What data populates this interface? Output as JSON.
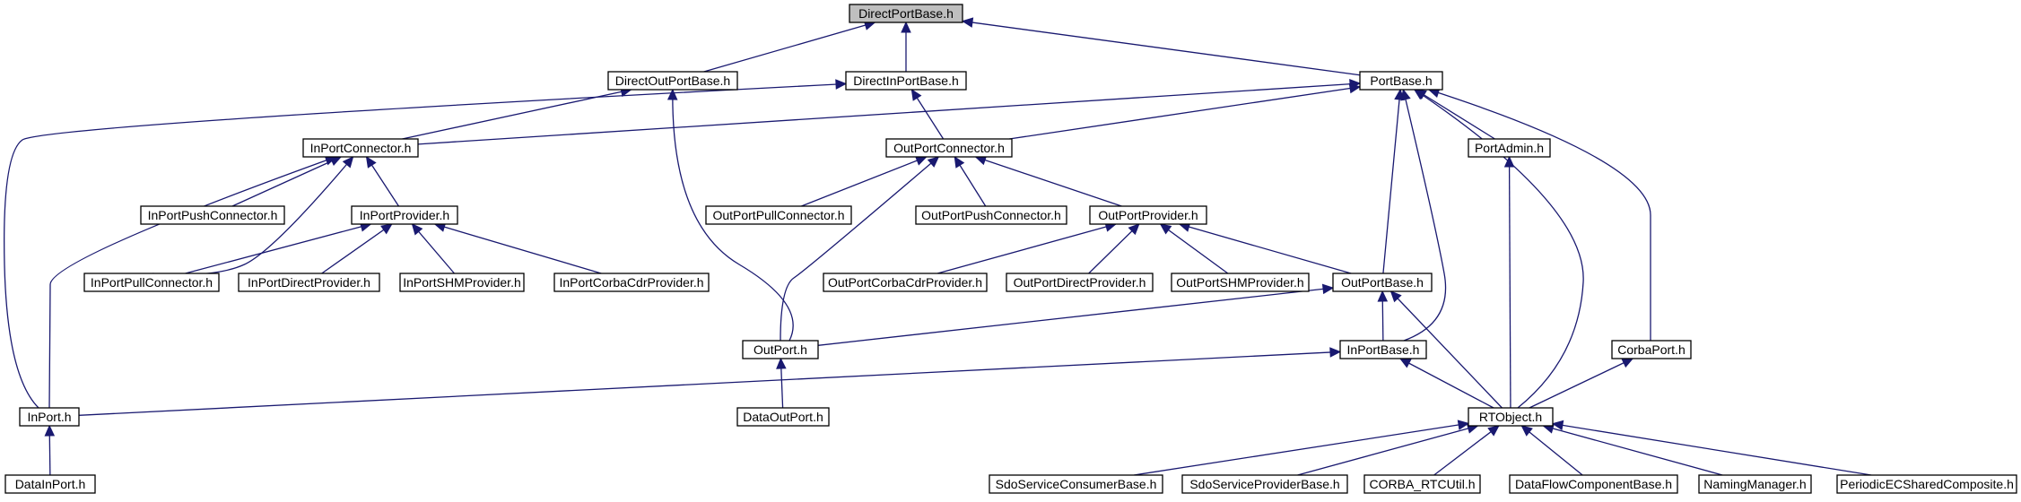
{
  "colors": {
    "edge": "#191970",
    "node_border": "#000000",
    "root_fill": "#bfbfbf",
    "node_fill": "#ffffff"
  },
  "nodes": [
    {
      "id": "DirectPortBase",
      "label": "DirectPortBase.h",
      "root": true
    },
    {
      "id": "DirectOutPortBase",
      "label": "DirectOutPortBase.h"
    },
    {
      "id": "DirectInPortBase",
      "label": "DirectInPortBase.h"
    },
    {
      "id": "PortBase",
      "label": "PortBase.h"
    },
    {
      "id": "InPortConnector",
      "label": "InPortConnector.h"
    },
    {
      "id": "OutPortConnector",
      "label": "OutPortConnector.h"
    },
    {
      "id": "PortAdmin",
      "label": "PortAdmin.h"
    },
    {
      "id": "InPortPushConnector",
      "label": "InPortPushConnector.h"
    },
    {
      "id": "InPortProvider",
      "label": "InPortProvider.h"
    },
    {
      "id": "OutPortPullConnector",
      "label": "OutPortPullConnector.h"
    },
    {
      "id": "OutPortPushConnector",
      "label": "OutPortPushConnector.h"
    },
    {
      "id": "OutPortProvider",
      "label": "OutPortProvider.h"
    },
    {
      "id": "InPortPullConnector",
      "label": "InPortPullConnector.h"
    },
    {
      "id": "InPortDirectProvider",
      "label": "InPortDirectProvider.h"
    },
    {
      "id": "InPortSHMProvider",
      "label": "InPortSHMProvider.h"
    },
    {
      "id": "InPortCorbaCdrProvider",
      "label": "InPortCorbaCdrProvider.h"
    },
    {
      "id": "OutPortCorbaCdrProvider",
      "label": "OutPortCorbaCdrProvider.h"
    },
    {
      "id": "OutPortDirectProvider",
      "label": "OutPortDirectProvider.h"
    },
    {
      "id": "OutPortSHMProvider",
      "label": "OutPortSHMProvider.h"
    },
    {
      "id": "OutPortBase",
      "label": "OutPortBase.h"
    },
    {
      "id": "OutPort",
      "label": "OutPort.h"
    },
    {
      "id": "InPortBase",
      "label": "InPortBase.h"
    },
    {
      "id": "CorbaPort",
      "label": "CorbaPort.h"
    },
    {
      "id": "InPort",
      "label": "InPort.h"
    },
    {
      "id": "DataOutPort",
      "label": "DataOutPort.h"
    },
    {
      "id": "RTObject",
      "label": "RTObject.h"
    },
    {
      "id": "DataInPort",
      "label": "DataInPort.h"
    },
    {
      "id": "SdoServiceConsumerBase",
      "label": "SdoServiceConsumerBase.h"
    },
    {
      "id": "SdoServiceProviderBase",
      "label": "SdoServiceProviderBase.h"
    },
    {
      "id": "CORBA_RTCUtil",
      "label": "CORBA_RTCUtil.h"
    },
    {
      "id": "DataFlowComponentBase",
      "label": "DataFlowComponentBase.h"
    },
    {
      "id": "NamingManager",
      "label": "NamingManager.h"
    },
    {
      "id": "PeriodicECSharedComposite",
      "label": "PeriodicECSharedComposite.h"
    }
  ],
  "edges": [
    {
      "from": "DirectOutPortBase",
      "to": "DirectPortBase"
    },
    {
      "from": "DirectInPortBase",
      "to": "DirectPortBase"
    },
    {
      "from": "PortBase",
      "to": "DirectPortBase"
    },
    {
      "from": "InPortConnector",
      "to": "DirectOutPortBase"
    },
    {
      "from": "OutPort",
      "to": "DirectOutPortBase"
    },
    {
      "from": "OutPortConnector",
      "to": "DirectInPortBase"
    },
    {
      "from": "InPort",
      "to": "DirectInPortBase"
    },
    {
      "from": "InPortConnector",
      "to": "PortBase"
    },
    {
      "from": "OutPortConnector",
      "to": "PortBase"
    },
    {
      "from": "PortAdmin",
      "to": "PortBase"
    },
    {
      "from": "OutPortBase",
      "to": "PortBase"
    },
    {
      "from": "InPortBase",
      "to": "PortBase"
    },
    {
      "from": "RTObject",
      "to": "PortBase"
    },
    {
      "from": "CorbaPort",
      "to": "PortBase"
    },
    {
      "from": "InPortPushConnector",
      "to": "InPortConnector"
    },
    {
      "from": "InPortProvider",
      "to": "InPortConnector"
    },
    {
      "from": "InPortPullConnector",
      "to": "InPortConnector"
    },
    {
      "from": "InPort",
      "to": "InPortConnector"
    },
    {
      "from": "InPortPullConnector",
      "to": "InPortProvider"
    },
    {
      "from": "InPortDirectProvider",
      "to": "InPortProvider"
    },
    {
      "from": "InPortSHMProvider",
      "to": "InPortProvider"
    },
    {
      "from": "InPortCorbaCdrProvider",
      "to": "InPortProvider"
    },
    {
      "from": "OutPortPullConnector",
      "to": "OutPortConnector"
    },
    {
      "from": "OutPortPushConnector",
      "to": "OutPortConnector"
    },
    {
      "from": "OutPortProvider",
      "to": "OutPortConnector"
    },
    {
      "from": "OutPort",
      "to": "OutPortConnector"
    },
    {
      "from": "OutPortCorbaCdrProvider",
      "to": "OutPortProvider"
    },
    {
      "from": "OutPortDirectProvider",
      "to": "OutPortProvider"
    },
    {
      "from": "OutPortSHMProvider",
      "to": "OutPortProvider"
    },
    {
      "from": "OutPortBase",
      "to": "OutPortProvider"
    },
    {
      "from": "OutPort",
      "to": "OutPortBase"
    },
    {
      "from": "InPortBase",
      "to": "OutPortBase"
    },
    {
      "from": "RTObject",
      "to": "OutPortBase"
    },
    {
      "from": "RTObject",
      "to": "PortAdmin"
    },
    {
      "from": "DataOutPort",
      "to": "OutPort"
    },
    {
      "from": "InPort",
      "to": "InPortBase"
    },
    {
      "from": "RTObject",
      "to": "InPortBase"
    },
    {
      "from": "RTObject",
      "to": "CorbaPort"
    },
    {
      "from": "DataInPort",
      "to": "InPort"
    },
    {
      "from": "SdoServiceConsumerBase",
      "to": "RTObject"
    },
    {
      "from": "SdoServiceProviderBase",
      "to": "RTObject"
    },
    {
      "from": "CORBA_RTCUtil",
      "to": "RTObject"
    },
    {
      "from": "DataFlowComponentBase",
      "to": "RTObject"
    },
    {
      "from": "NamingManager",
      "to": "RTObject"
    },
    {
      "from": "PeriodicECSharedComposite",
      "to": "RTObject"
    }
  ]
}
